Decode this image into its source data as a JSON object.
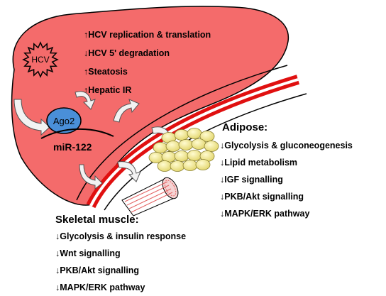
{
  "liver": {
    "hcv_label": "HCV",
    "effects": [
      "↑HCV replication & translation",
      "↓HCV 5' degradation",
      "↑Steatosis",
      "↑Hepatic IR"
    ],
    "ago2_label": "Ago2",
    "mirna_label": "miR-122"
  },
  "adipose": {
    "title": "Adipose:",
    "effects": [
      "↓Glycolysis & gluconeogenesis",
      "↓Lipid metabolism",
      "↓IGF signalling",
      "↓PKB/Akt signalling",
      "↓MAPK/ERK pathway"
    ]
  },
  "skeletal_muscle": {
    "title": "Skeletal muscle:",
    "effects": [
      "↓Glycolysis & insulin response",
      "↓Wnt signalling",
      "↓PKB/Akt signalling",
      "↓MAPK/ERK pathway"
    ]
  },
  "colors": {
    "liver_fill": "#f46b6b",
    "ago2_fill": "#4a8fd8",
    "vessel_red": "#e01010",
    "fat_cell": "#f3ee9a",
    "arrow_fill": "#f2f2f2"
  }
}
